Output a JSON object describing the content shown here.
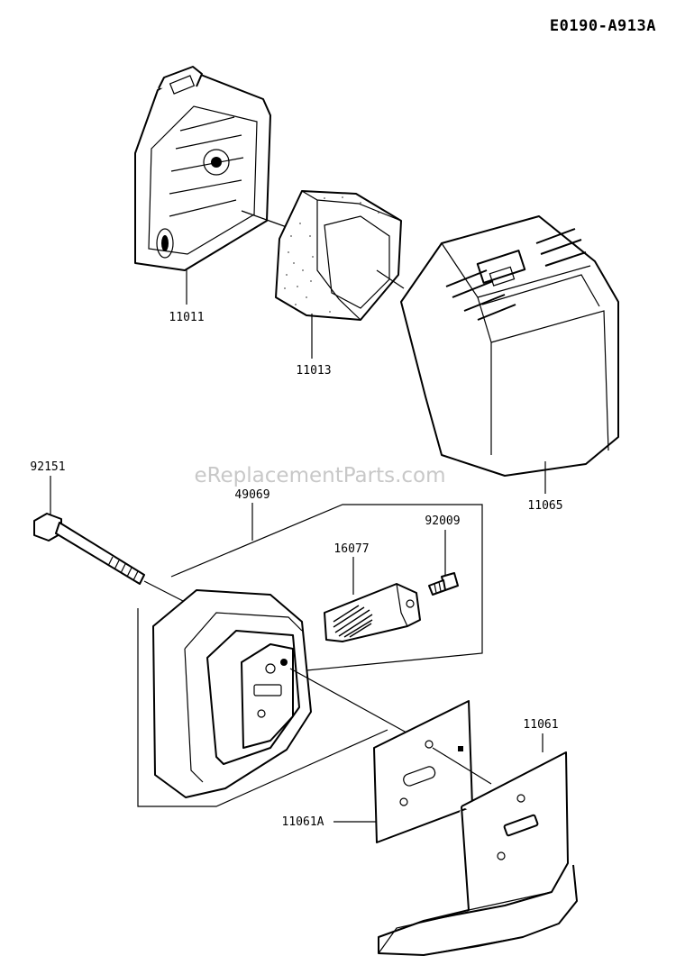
{
  "diagram_code": "E0190-A913A",
  "watermark": "eReplacementParts.com",
  "labels": {
    "p11011": "11011",
    "p11013": "11013",
    "p11065": "11065",
    "p92151": "92151",
    "p49069": "49069",
    "p92009": "92009",
    "p16077": "16077",
    "p11061": "11061",
    "p11061A": "11061A"
  }
}
